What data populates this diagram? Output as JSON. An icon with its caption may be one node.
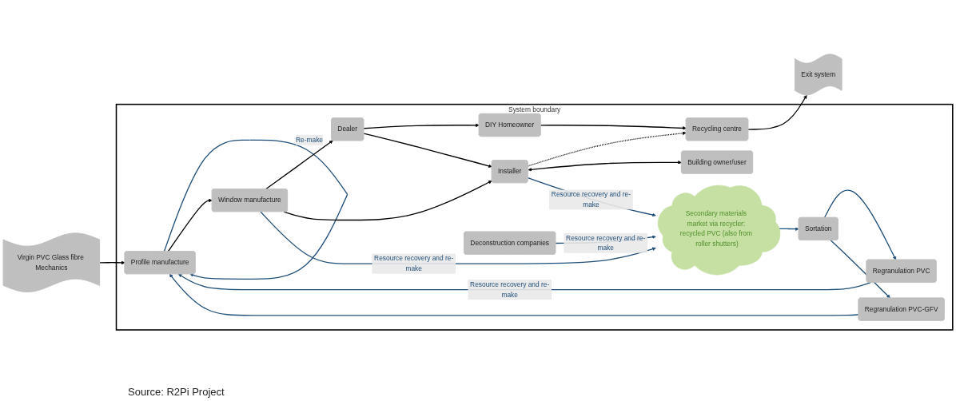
{
  "diagram": {
    "caption": "Source: R2Pi Project",
    "nodes": [
      {
        "text": [
          "System boundary"
        ]
      },
      {
        "text": [
          "Virgin PVC Glass fibre Mechanics"
        ]
      },
      {
        "text": [
          "Profile manufacture"
        ],
        "in": 0
      },
      {
        "text": [
          "Window manufacture"
        ],
        "in": 0
      },
      {
        "text": [
          "Dealer"
        ],
        "in": 0
      },
      {
        "text": [
          "DIY Homeowner"
        ],
        "in": 0
      },
      {
        "text": [
          "Installer"
        ],
        "in": 0
      },
      {
        "text": [
          "Recycling centre"
        ],
        "in": 0
      },
      {
        "text": [
          "Building owner/user"
        ],
        "in": 0
      },
      {
        "text": [
          "Exit system"
        ]
      },
      {
        "text": [
          "Regranulation PVC"
        ],
        "in": 0
      },
      {
        "text": [
          "Regranulation PVC-GFV"
        ],
        "in": 0
      },
      {
        "text": [
          "Sortation"
        ],
        "in": 0
      },
      {
        "text": [
          "Secondary materials market via recycler: recycled PVC (also from roller shutters)"
        ],
        "in": 0
      },
      {
        "text": [
          "Deconstruction companies"
        ],
        "in": 0
      }
    ],
    "edges": [
      {
        "from": 1,
        "to": 2,
        "arrow": "to"
      },
      {
        "from": 2,
        "to": 2,
        "arrow": "to",
        "label": "Re-make",
        "color": "#1f4e79"
      },
      {
        "from": 2,
        "to": 3,
        "arrow": "to"
      },
      {
        "from": 3,
        "to": 4,
        "arrow": "to"
      },
      {
        "from": 3,
        "to": 6,
        "arrow": "to"
      },
      {
        "from": 3,
        "to": 13,
        "arrow": "to",
        "label": "Resource recovery and re-make",
        "color": "#1f4e79"
      },
      {
        "from": 4,
        "to": 5,
        "arrow": "to"
      },
      {
        "from": 4,
        "to": 6,
        "arrow": "to"
      },
      {
        "from": 5,
        "to": 7,
        "arrow": "to"
      },
      {
        "from": 6,
        "to": 7,
        "arrow": "to",
        "style": "dashed"
      },
      {
        "from": 6,
        "to": 8,
        "arrow": "both"
      },
      {
        "from": 7,
        "to": 9,
        "arrow": "to"
      },
      {
        "from": 6,
        "to": 13,
        "arrow": "to",
        "label": "Resource recovery and re-make",
        "color": "#1f4e79"
      },
      {
        "from": 14,
        "to": 13,
        "arrow": "to",
        "label": "Resource recovery and re-make",
        "color": "#1f4e79"
      },
      {
        "from": 13,
        "to": 12,
        "arrow": "to",
        "color": "#1f4e79"
      },
      {
        "from": 12,
        "to": 10,
        "arrow": "to",
        "color": "#1f4e79"
      },
      {
        "from": 12,
        "to": 11,
        "arrow": "to",
        "color": "#1f4e79"
      },
      {
        "from": 10,
        "to": 2,
        "arrow": "to",
        "label": "Resource recovery and re-make",
        "color": "#1f4e79"
      },
      {
        "from": 11,
        "to": 2,
        "arrow": "to",
        "color": "#1f4e79"
      }
    ]
  }
}
